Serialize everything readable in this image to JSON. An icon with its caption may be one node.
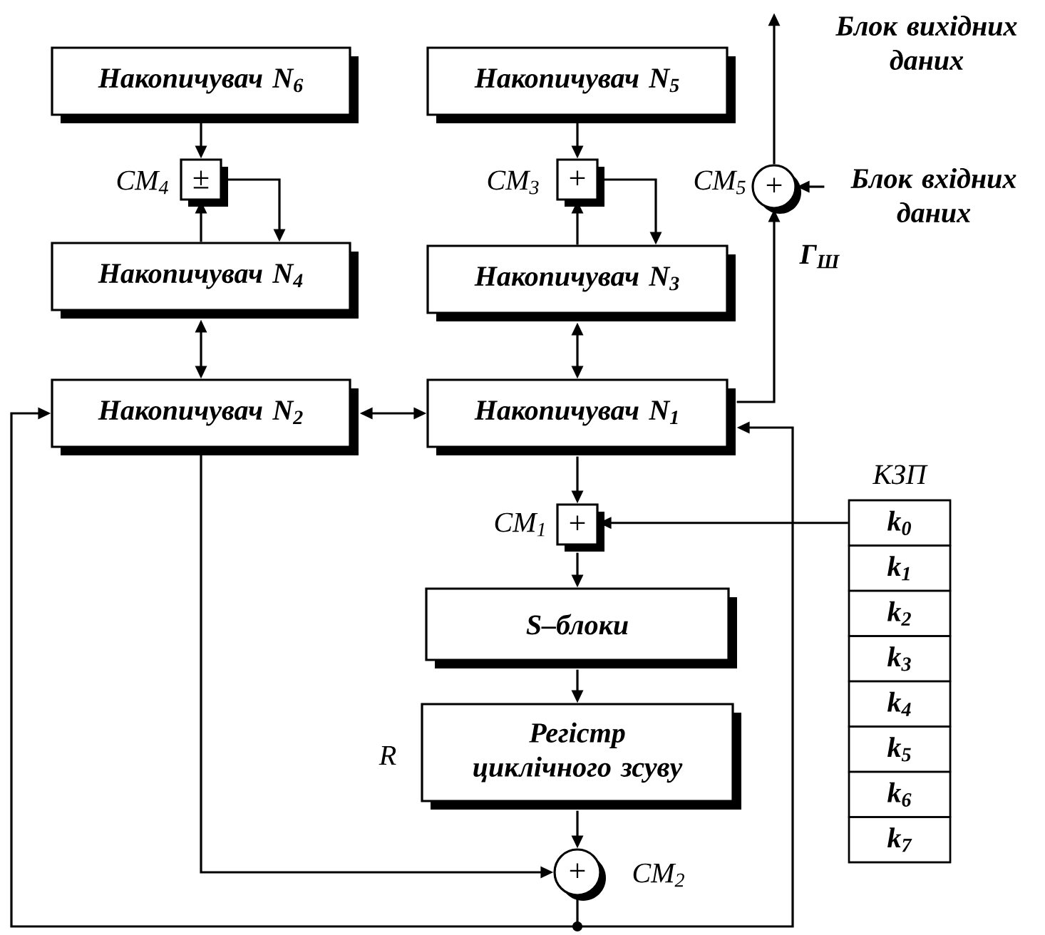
{
  "diagram": {
    "nodes": [
      {
        "text": [
          "Накопичувач N$_{6}$"
        ]
      },
      {
        "text": [
          "±"
        ],
        "beside": [
          "CM$_{4}$"
        ]
      },
      {
        "text": [
          "Накопичувач N$_{4}$"
        ]
      },
      {
        "text": [
          "Накопичувач N$_{2}$"
        ]
      },
      {
        "text": [
          "Накопичувач N$_{5}$"
        ]
      },
      {
        "text": [
          "+"
        ],
        "beside": [
          "CM$_{3}$"
        ]
      },
      {
        "text": [
          "Накопичувач N$_{3}$"
        ]
      },
      {
        "text": [
          "Накопичувач N$_{1}$"
        ]
      },
      {
        "text": [
          "+"
        ],
        "beside": [
          "CM$_{5}$"
        ]
      },
      {
        "text": [
          "Блок вихідних даних"
        ]
      },
      {
        "text": [
          "Блок вхідних даних"
        ]
      },
      {
        "text": [
          "+"
        ],
        "beside": [
          "CM$_{1}$"
        ]
      },
      {
        "text": [
          "S–блоки"
        ]
      },
      {
        "text": [
          "Регістр циклічного зсуву"
        ],
        "beside": [
          "R"
        ]
      },
      {
        "text": [
          "+"
        ],
        "beside": [
          "CM$_{2}$"
        ]
      },
      {
        "text": [
          "КЗП"
        ]
      },
      {
        "text": [
          "k$_{0}$"
        ],
        "in": 15
      },
      {
        "text": [
          "k$_{1}$"
        ],
        "in": 15
      },
      {
        "text": [
          "k$_{2}$"
        ],
        "in": 15
      },
      {
        "text": [
          "k$_{3}$"
        ],
        "in": 15
      },
      {
        "text": [
          "k$_{4}$"
        ],
        "in": 15
      },
      {
        "text": [
          "k$_{5}$"
        ],
        "in": 15
      },
      {
        "text": [
          "k$_{6}$"
        ],
        "in": 15
      },
      {
        "text": [
          "k$_{7}$"
        ],
        "in": 15
      },
      {
        "text": [],
        "shape": "circle"
      }
    ],
    "edges": [
      {
        "from": 0,
        "to": 1,
        "arrow": "to"
      },
      {
        "from": 2,
        "to": 1,
        "arrow": "to"
      },
      {
        "from": 1,
        "to": 2,
        "arrow": "to"
      },
      {
        "from": 2,
        "to": 3,
        "arrow": "both"
      },
      {
        "from": 3,
        "to": 7,
        "arrow": "both"
      },
      {
        "from": 4,
        "to": 5,
        "arrow": "to"
      },
      {
        "from": 6,
        "to": 5,
        "arrow": "to"
      },
      {
        "from": 5,
        "to": 6,
        "arrow": "to"
      },
      {
        "from": 6,
        "to": 7,
        "arrow": "both"
      },
      {
        "from": 7,
        "to": 8,
        "arrow": "to",
        "label": "Г$_{Ш}$"
      },
      {
        "from": 10,
        "to": 8,
        "arrow": "to"
      },
      {
        "from": 8,
        "to": 9,
        "arrow": "to"
      },
      {
        "from": 7,
        "to": 11,
        "arrow": "to"
      },
      {
        "from": 16,
        "to": 11,
        "arrow": "to"
      },
      {
        "from": 11,
        "to": 12,
        "arrow": "to"
      },
      {
        "from": 12,
        "to": 13,
        "arrow": "to"
      },
      {
        "from": 13,
        "to": 14,
        "arrow": "to"
      },
      {
        "from": 3,
        "to": 14,
        "arrow": "to"
      },
      {
        "from": 14,
        "to": 24,
        "arrow": "none"
      },
      {
        "from": 24,
        "to": 3,
        "arrow": "to"
      },
      {
        "from": 24,
        "to": 7,
        "arrow": "to"
      }
    ]
  }
}
